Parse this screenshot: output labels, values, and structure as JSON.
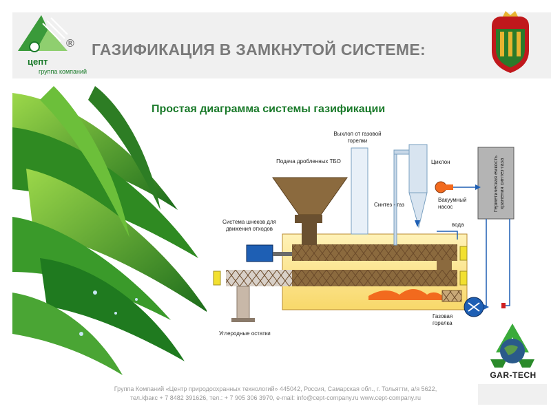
{
  "header": {
    "title": "ГАЗИФИКАЦИЯ В ЗАМКНУТОЙ СИСТЕМЕ:",
    "logo_text": "цепт",
    "logo_subtitle": "группа компаний",
    "registered": "®"
  },
  "diagram": {
    "title": "Простая диаграмма системы газификации",
    "labels": {
      "exhaust": "Выхлоп от газовой горелки",
      "feed": "Подача дробленных ТБО",
      "cyclone": "Циклон",
      "storage": "Герметическая емкость хранения синтез-газа",
      "vacuum_pump": "Вакуумный насос",
      "syngas": "Синтез - газ",
      "water": "вода",
      "augers": "Система шнеков для движения отходов",
      "carbon": "Углеродные остатки",
      "burner": "Газовая горелка"
    }
  },
  "footer": {
    "line1": "Группа Компаний «Центр природоохранных технологий» 445042, Россия, Самарская обл., г. Тольятти, а/я 5622,",
    "line2": "тел./факс + 7 8482 391626, тел.: + 7 905 306 3970, e-mail: info@cept-company.ru   www.cept-company.ru"
  },
  "badge": {
    "label": "GAR-TECH"
  },
  "colors": {
    "green": "#1a7a2a",
    "title_gray": "#7a7a7a",
    "reactor_fill": "#fde99a",
    "brown": "#8b6a3e",
    "storage": "#b4b4b4",
    "flow_blue": "#1e5fb4"
  }
}
